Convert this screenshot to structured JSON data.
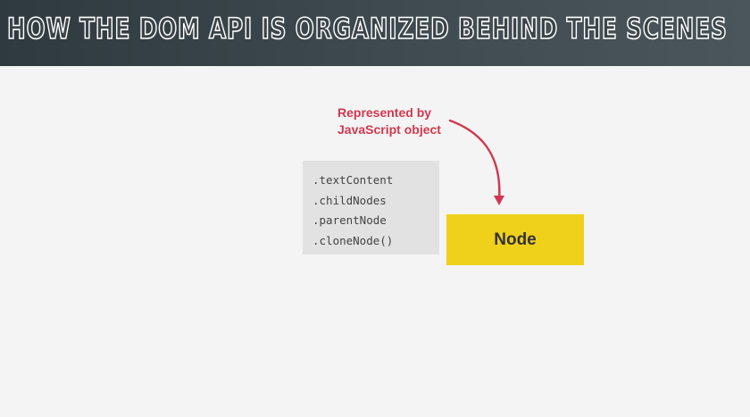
{
  "header": {
    "title": "HOW THE DOM API IS ORGANIZED BEHIND THE SCENES"
  },
  "annotation": {
    "line1": "Represented by",
    "line2": "JavaScript object",
    "color": "#d1384f"
  },
  "properties_box": {
    "items": [
      ".textContent",
      ".childNodes",
      ".parentNode",
      ".cloneNode()"
    ]
  },
  "node_box": {
    "label": "Node",
    "color": "#efd11c"
  }
}
